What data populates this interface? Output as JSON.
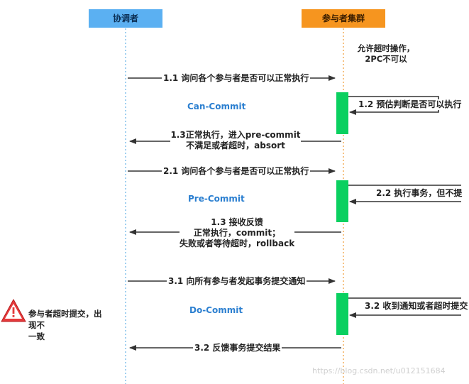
{
  "participants": {
    "coordinator": "协调者",
    "cluster": "参与者集群"
  },
  "cluster_note": [
    "允许超时操作，",
    "2PC不可以"
  ],
  "phases": [
    "Can-Commit",
    "Pre-Commit",
    "Do-Commit"
  ],
  "messages": {
    "m1_1": "1.1 询问各个参与者是否可以正常执行",
    "m1_2": "1.2 预估判断是否可以执行",
    "m1_3_a": "1.3正常执行，进入pre-commit",
    "m1_3_b": "不满足或者超时，absort",
    "m2_1": "2.1 询问各个参与者是否可以正常执行",
    "m2_2": "2.2 执行事务，但不提",
    "m2_3_a": "1.3 接收反馈",
    "m2_3_b": "正常执行，commit；",
    "m2_3_c": "失败或者等待超时，rollback",
    "m3_1": "3.1 向所有参与者发起事务提交通知",
    "m3_2_self": "3.2 收到通知或者超时提交",
    "m3_2_back": "3.2 反馈事务提交结果"
  },
  "warning": {
    "icon": "warning-triangle-icon",
    "text_1": "参与者超时提交，出现不",
    "text_2": "一致"
  },
  "watermark": "https://blog.csdn.net/u012151684",
  "colors": {
    "coordinator": "#5bb0f2",
    "cluster": "#f6951f",
    "activation": "#0ad060",
    "phase": "#2b7fd0",
    "warning": "#e5393b"
  }
}
